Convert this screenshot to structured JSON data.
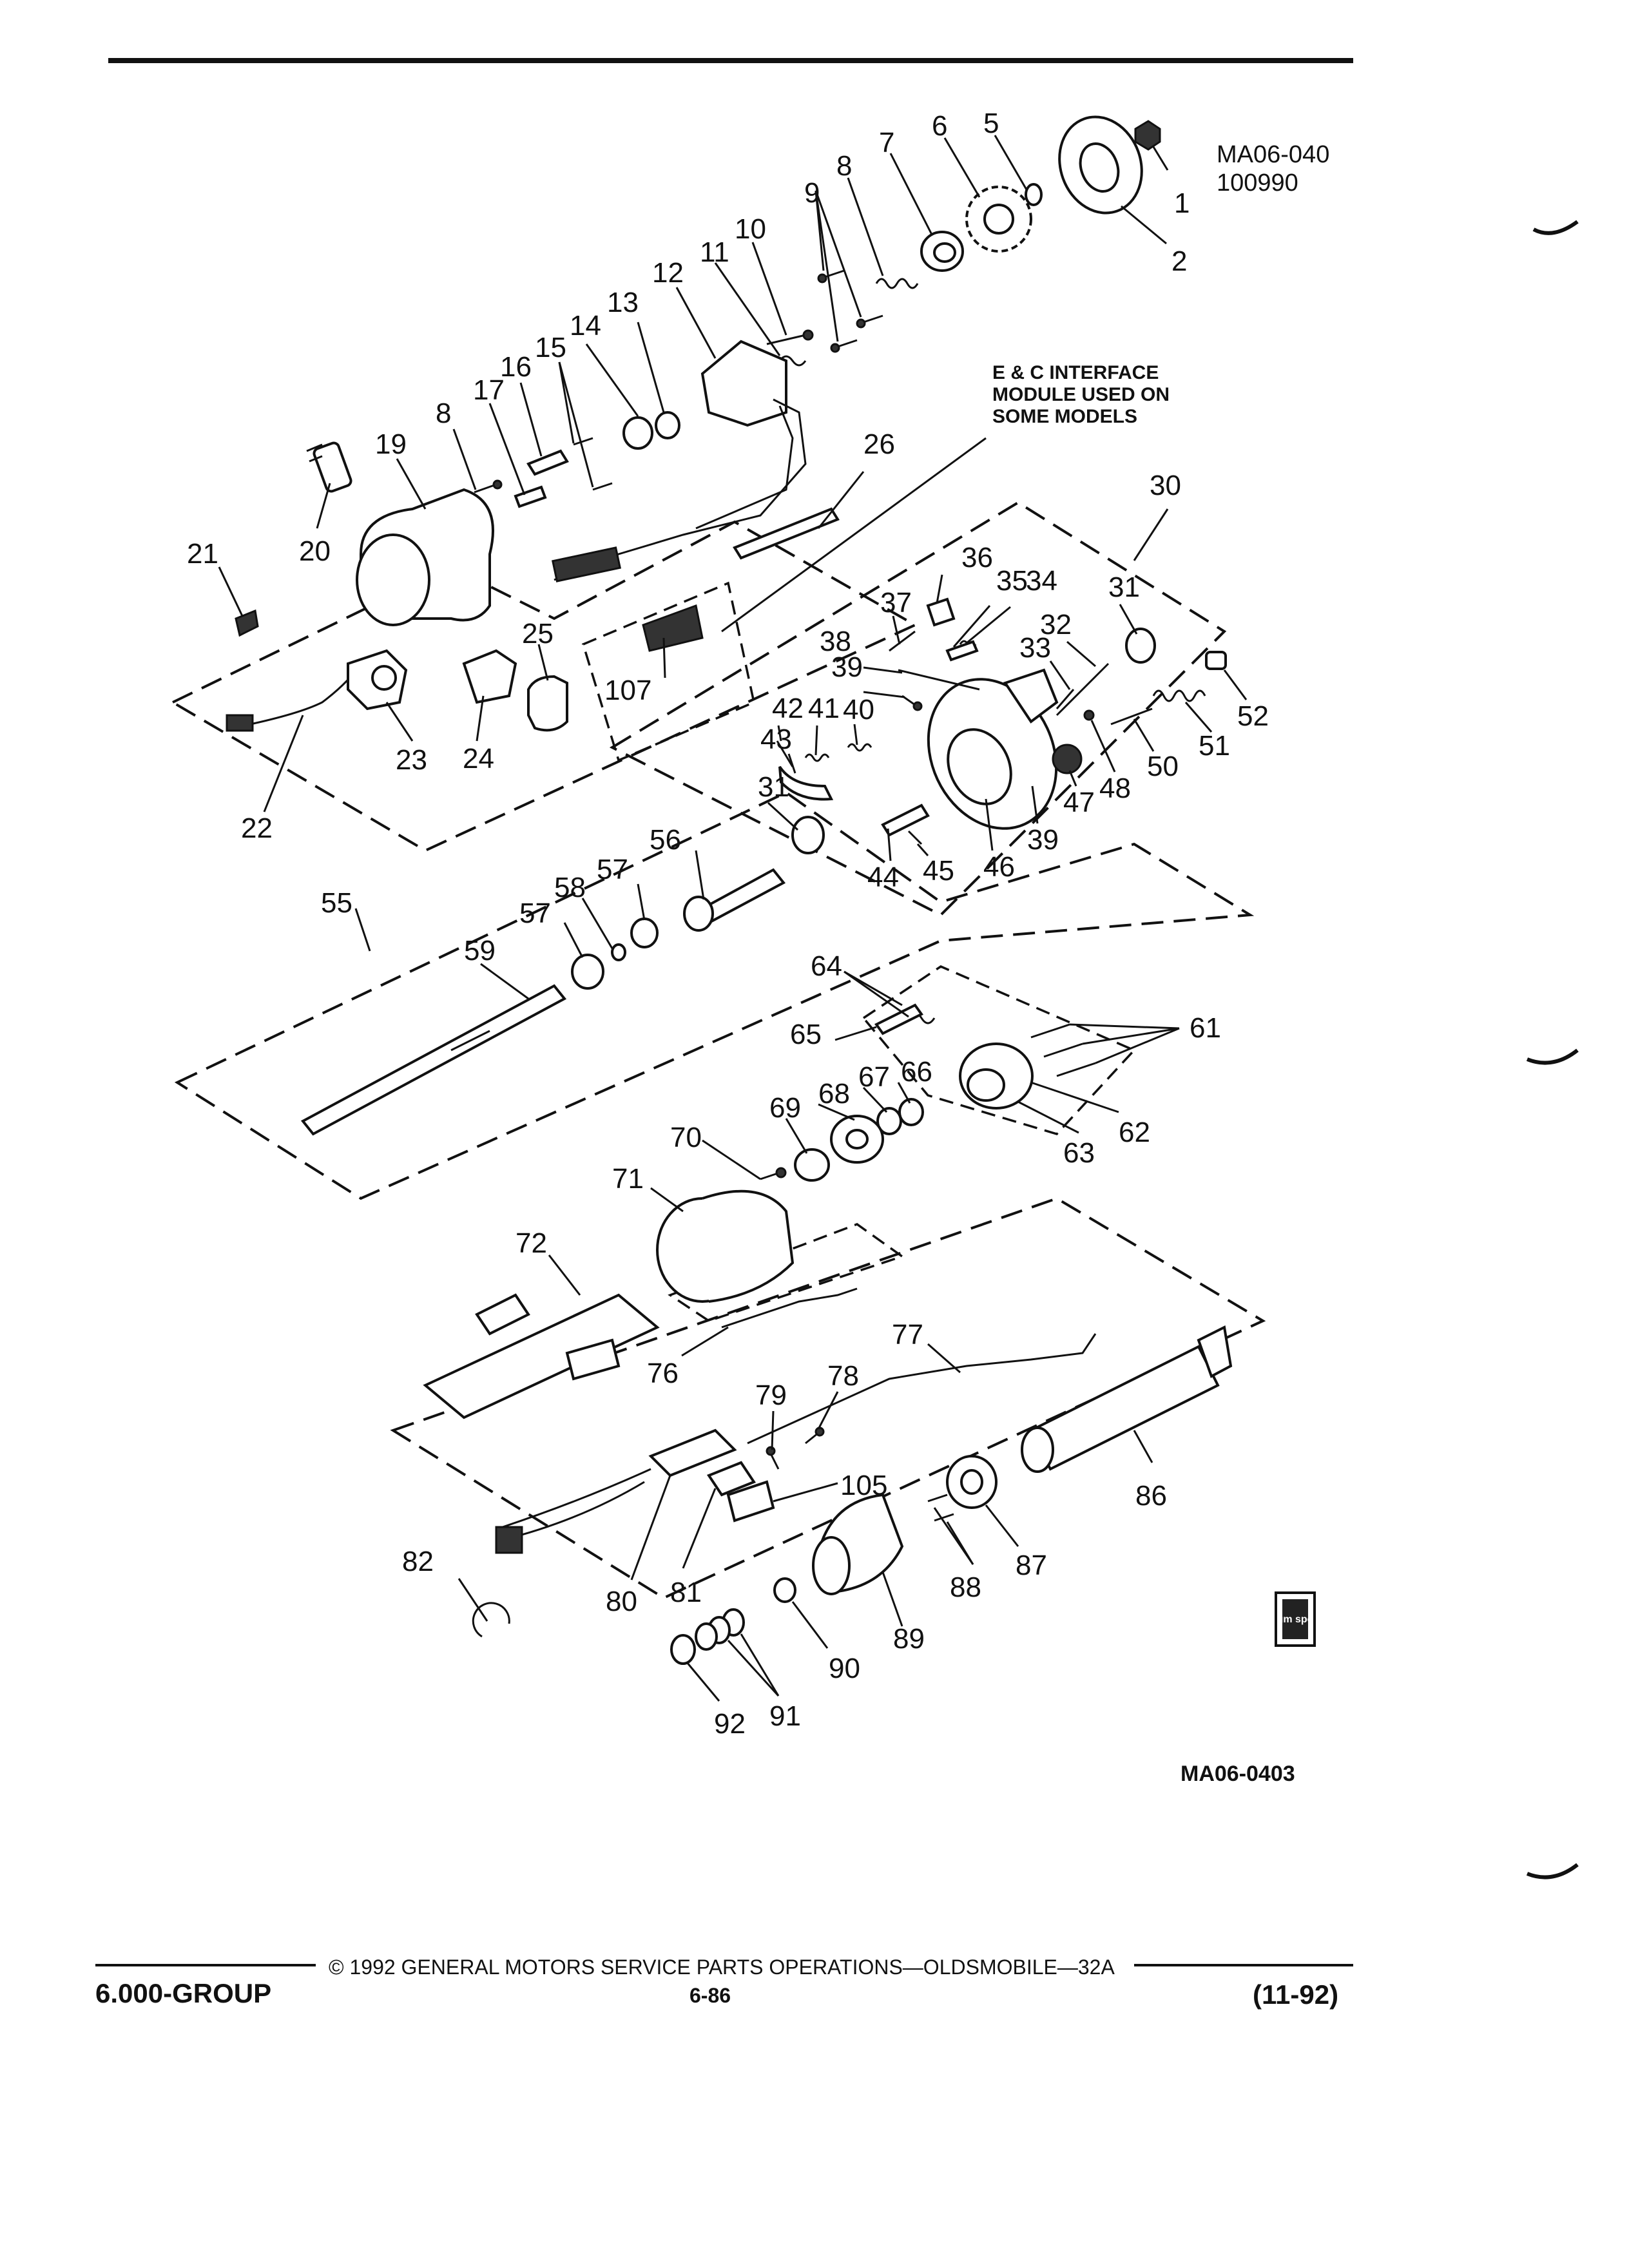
{
  "figure": {
    "header_code": "MA06-040",
    "header_date": "100990",
    "figure_id": "MA06-0403",
    "note_lines": [
      "E & C INTERFACE",
      "MODULE USED ON",
      "SOME MODELS"
    ],
    "logo_text": "gm spo"
  },
  "callouts": [
    "1",
    "2",
    "5",
    "6",
    "7",
    "8",
    "9",
    "10",
    "11",
    "12",
    "13",
    "14",
    "15",
    "16",
    "17",
    "8",
    "19",
    "20",
    "21",
    "22",
    "23",
    "24",
    "25",
    "26",
    "107",
    "30",
    "31",
    "32",
    "33",
    "34",
    "35",
    "36",
    "37",
    "38",
    "39",
    "40",
    "41",
    "42",
    "43",
    "31",
    "44",
    "45",
    "46",
    "39",
    "47",
    "48",
    "50",
    "51",
    "52",
    "55",
    "56",
    "57",
    "58",
    "57",
    "59",
    "61",
    "62",
    "63",
    "64",
    "65",
    "66",
    "67",
    "68",
    "69",
    "70",
    "71",
    "72",
    "76",
    "77",
    "78",
    "79",
    "105",
    "80",
    "81",
    "82",
    "86",
    "87",
    "88",
    "89",
    "90",
    "91",
    "92"
  ],
  "footer": {
    "left_group": "6.000-GROUP",
    "copyright": "© 1992 GENERAL MOTORS SERVICE PARTS OPERATIONS—OLDSMOBILE—32A",
    "page": "6-86",
    "date": "(11-92)"
  }
}
